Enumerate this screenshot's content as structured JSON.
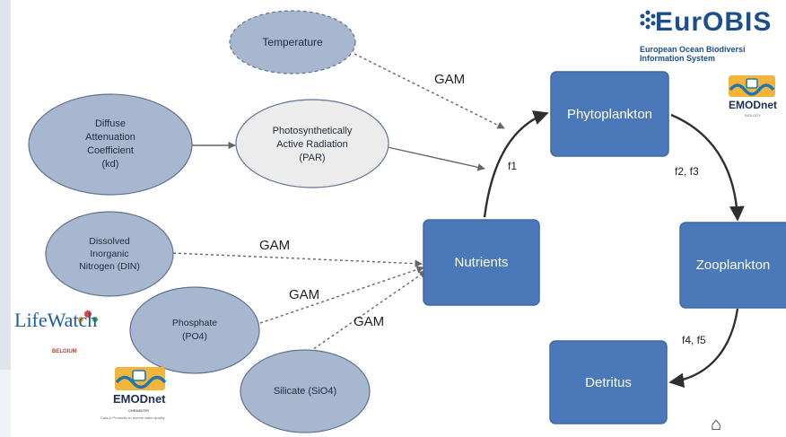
{
  "nodes": {
    "temperature": "Temperature",
    "diffuse_attenuation": "Diffuse\nAttenuation\nCoefficient\n(kd)",
    "par": "Photosynthetically\nActive Radiation\n(PAR)",
    "din": "Dissolved\nInorganic\nNitrogen (DIN)",
    "phosphate": "Phosphate\n(PO4)",
    "silicate": "Silicate (SiO4)",
    "nutrients": "Nutrients",
    "phytoplankton": "Phytoplankton",
    "zooplankton": "Zooplankton",
    "detritus": "Detritus"
  },
  "edges": {
    "gam_temperature": "GAM",
    "gam_din": "GAM",
    "gam_phosphate": "GAM",
    "gam_silicate": "GAM",
    "f1": "f1",
    "f2_f3": "f2, f3",
    "f4_f5": "f4, f5"
  },
  "logos": {
    "eurobis_title": "EurOBIS",
    "eurobis_subtitle": "European Ocean Biodiversi\nInformation System",
    "emodnet_biology": "EMODnet",
    "emodnet_biology_sub": "BIOLOGY",
    "emodnet_chemistry": "EMODnet",
    "emodnet_chemistry_sub": "CHEMISTRY",
    "emodnet_chemistry_tagline": "Data & Products on marine water quality",
    "lifewatch": "LifeWatch",
    "lifewatch_sub": "BELGIUM"
  },
  "colors": {
    "ellipse_fill": "#a6b7cf",
    "ellipse_stroke": "#5f7391",
    "par_fill": "#ececec",
    "box_fill": "#4a78b8",
    "box_stroke": "#3d6aa6"
  }
}
